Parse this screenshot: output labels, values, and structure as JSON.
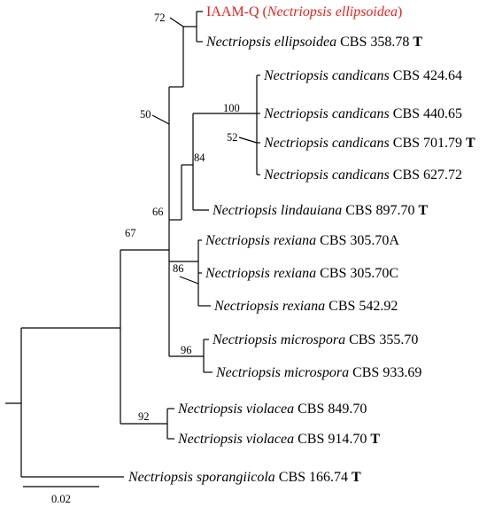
{
  "taxa": {
    "t1": {
      "prefix": "IAAM-Q (",
      "species": "Nectriopsis ellipsoidea",
      "suffix": ")",
      "strain": "",
      "type_mark": ""
    },
    "t2": {
      "species": "Nectriopsis ellipsoidea",
      "strain": " CBS 358.78 ",
      "type_mark": "T"
    },
    "t3": {
      "species": "Nectriopsis candicans",
      "strain": " CBS 424.64",
      "type_mark": ""
    },
    "t4": {
      "species": "Nectriopsis candicans",
      "strain": " CBS 440.65",
      "type_mark": ""
    },
    "t5": {
      "species": "Nectriopsis candicans",
      "strain": " CBS 701.79 ",
      "type_mark": "T"
    },
    "t6": {
      "species": "Nectriopsis candicans",
      "strain": " CBS 627.72",
      "type_mark": ""
    },
    "t7": {
      "species": "Nectriopsis lindauiana",
      "strain": " CBS 897.70 ",
      "type_mark": "T"
    },
    "t8": {
      "species": "Nectriopsis rexiana",
      "strain": " CBS 305.70A",
      "type_mark": ""
    },
    "t9": {
      "species": "Nectriopsis rexiana",
      "strain": " CBS 305.70C",
      "type_mark": ""
    },
    "t10": {
      "species": "Nectriopsis rexiana",
      "strain": " CBS 542.92",
      "type_mark": ""
    },
    "t11": {
      "species": "Nectriopsis microspora",
      "strain": " CBS 355.70",
      "type_mark": ""
    },
    "t12": {
      "species": "Nectriopsis microspora",
      "strain": " CBS 933.69",
      "type_mark": ""
    },
    "t13": {
      "species": "Nectriopsis violacea",
      "strain": " CBS 849.70",
      "type_mark": ""
    },
    "t14": {
      "species": "Nectriopsis violacea",
      "strain": " CBS 914.70 ",
      "type_mark": "T"
    },
    "t15": {
      "species": "Nectriopsis sporangiicola",
      "strain": " CBS 166.74 ",
      "type_mark": "T"
    }
  },
  "support": {
    "s72": "72",
    "s50": "50",
    "s100": "100",
    "s52": "52",
    "s84": "84",
    "s66": "66",
    "s67": "67",
    "s86": "86",
    "s96": "96",
    "s92": "92"
  },
  "scale_bar": {
    "label": "0.02"
  },
  "colors": {
    "highlight": "#e8211e",
    "default": "#000000"
  }
}
